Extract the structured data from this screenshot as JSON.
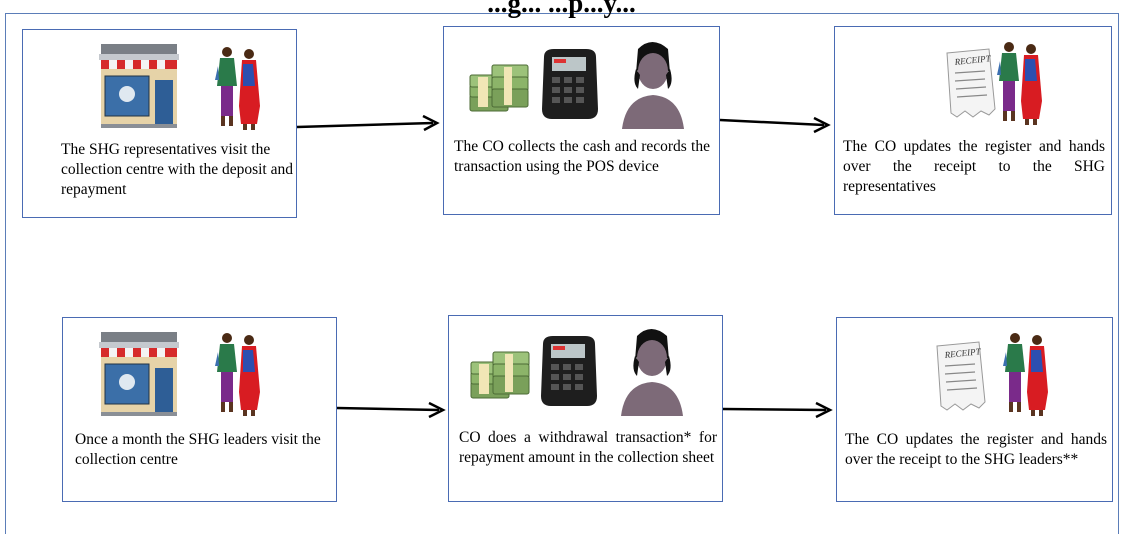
{
  "title": "...g... ...p...y...",
  "steps": {
    "top": [
      {
        "text": "The SHG representatives visit the collection centre with the deposit and repayment",
        "icons": [
          "shop-icon",
          "women-icon"
        ]
      },
      {
        "text": "The CO collects the cash and records the transaction using the POS device",
        "icons": [
          "cash-icon",
          "pos-device-icon",
          "person-icon"
        ]
      },
      {
        "text": "The CO updates the register and hands over the receipt to the SHG representatives",
        "icons": [
          "receipt-icon",
          "women-icon"
        ]
      }
    ],
    "bottom": [
      {
        "text": "Once a month the SHG leaders visit the collection centre",
        "icons": [
          "shop-icon",
          "women-icon"
        ]
      },
      {
        "text": "CO does a withdrawal transaction* for repayment amount in the collection sheet",
        "icons": [
          "cash-icon",
          "pos-device-icon",
          "person-icon"
        ]
      },
      {
        "text": "The CO updates the register and hands over the receipt to the SHG leaders**",
        "icons": [
          "receipt-icon",
          "women-icon"
        ]
      }
    ]
  },
  "receipt_label": "RECEIPT"
}
